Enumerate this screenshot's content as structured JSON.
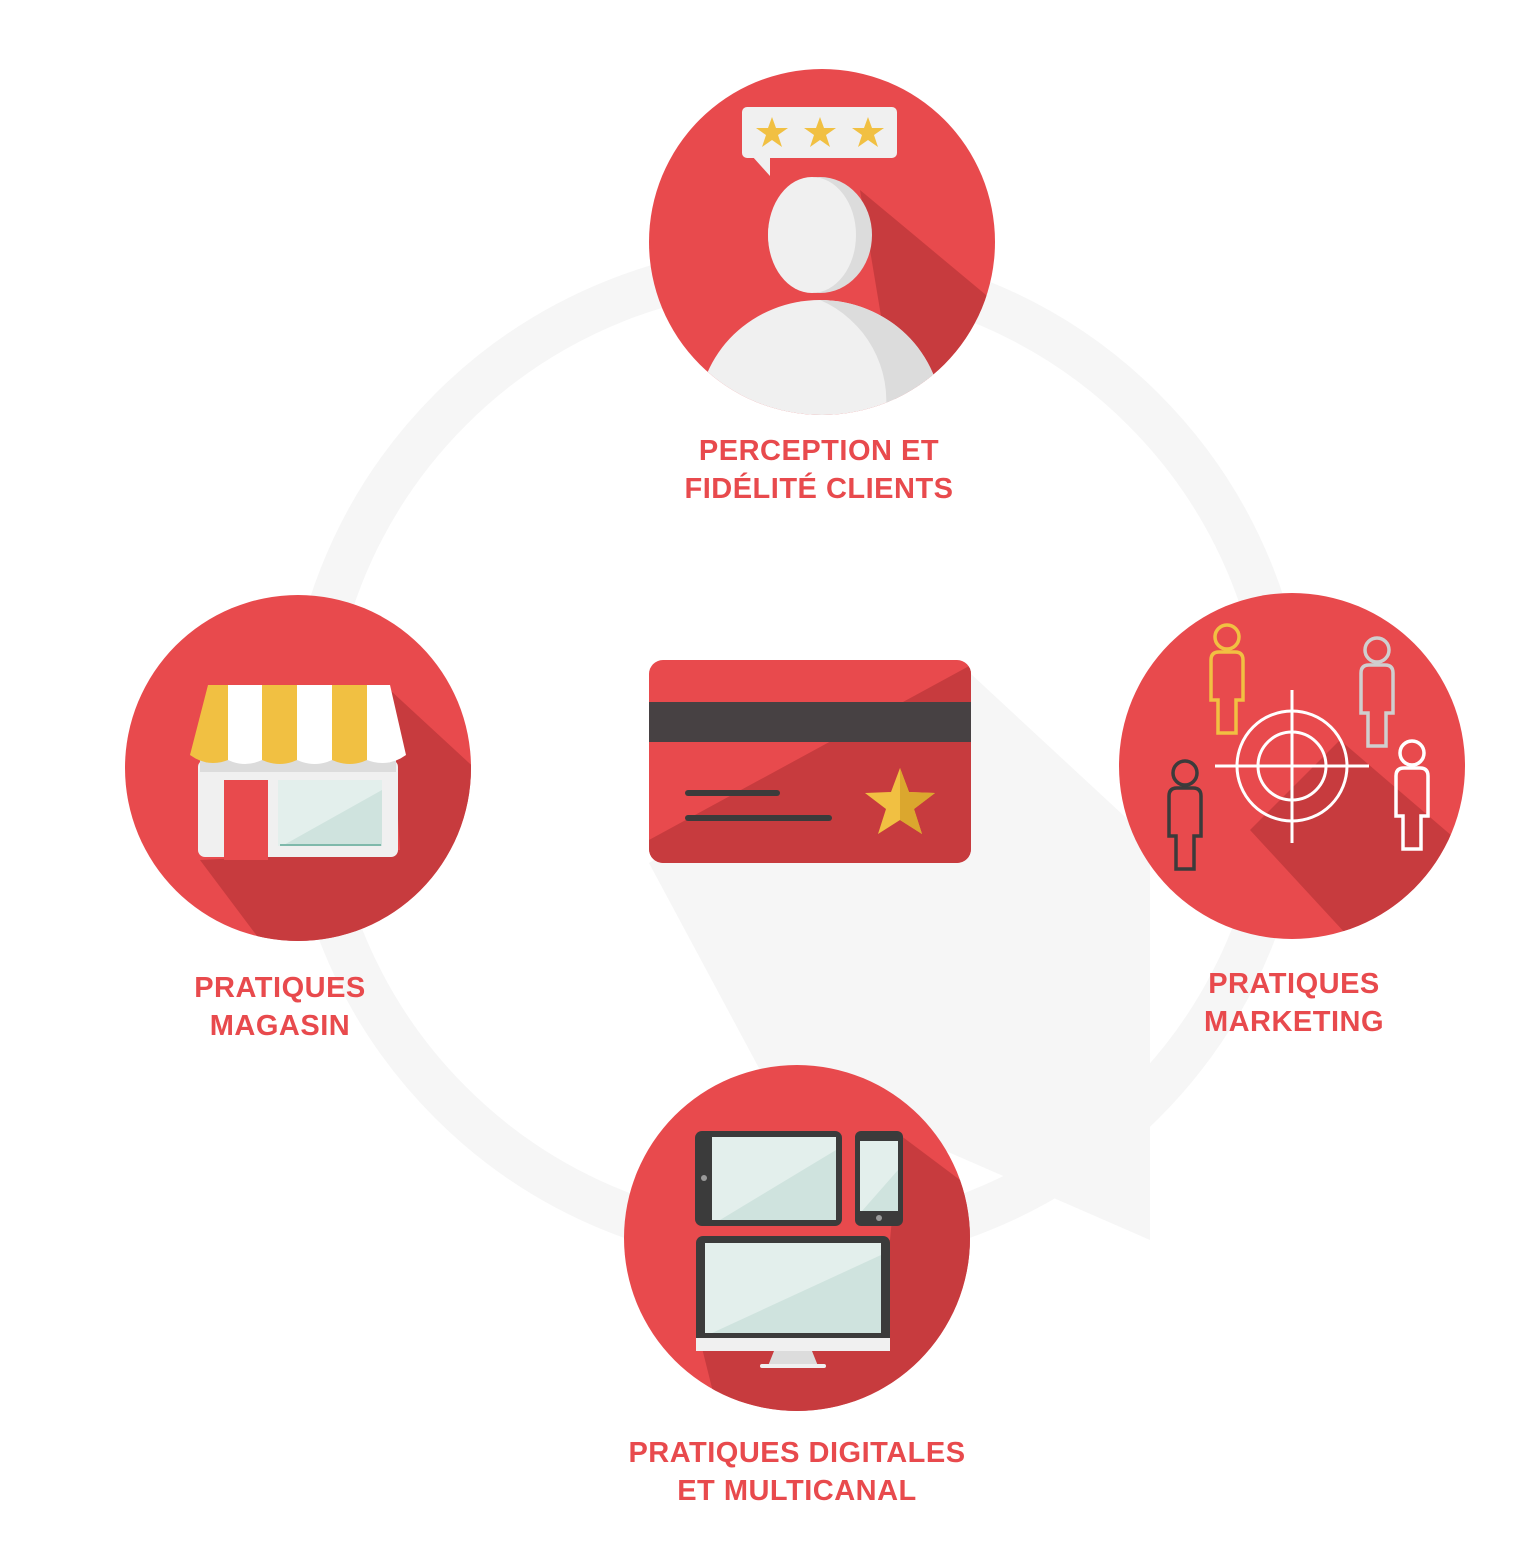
{
  "colors": {
    "primary_red": "#e84a4d",
    "shadow_red": "#c73b3e",
    "ring_gray": "#f6f6f6",
    "label_red": "#e84a4d",
    "avatar_light": "#f0f0f0",
    "avatar_shade": "#dcdcdc",
    "star_gold": "#f1c042",
    "screen_mint": "#e3efec",
    "device_dark": "#3b3b3b",
    "stripe_dark": "#474143",
    "awning_yellow": "#f1c042",
    "figure_yellow": "#f1c042",
    "figure_gray": "#cfcfcf",
    "figure_white": "#ffffff",
    "figure_dark": "#3b3b3b"
  },
  "nodes": [
    {
      "id": "customers",
      "label_lines": [
        "PERCEPTION ET",
        "FIDÉLITÉ CLIENTS"
      ],
      "icon": "customer-rating-icon"
    },
    {
      "id": "store",
      "label_lines": [
        "PRATIQUES",
        "MAGASIN"
      ],
      "icon": "storefront-icon"
    },
    {
      "id": "marketing",
      "label_lines": [
        "PRATIQUES",
        "MARKETING"
      ],
      "icon": "target-audience-icon"
    },
    {
      "id": "digital",
      "label_lines": [
        "PRATIQUES DIGITALES",
        "ET MULTICANAL"
      ],
      "icon": "devices-icon"
    }
  ],
  "center": {
    "icon": "loyalty-card-icon"
  }
}
